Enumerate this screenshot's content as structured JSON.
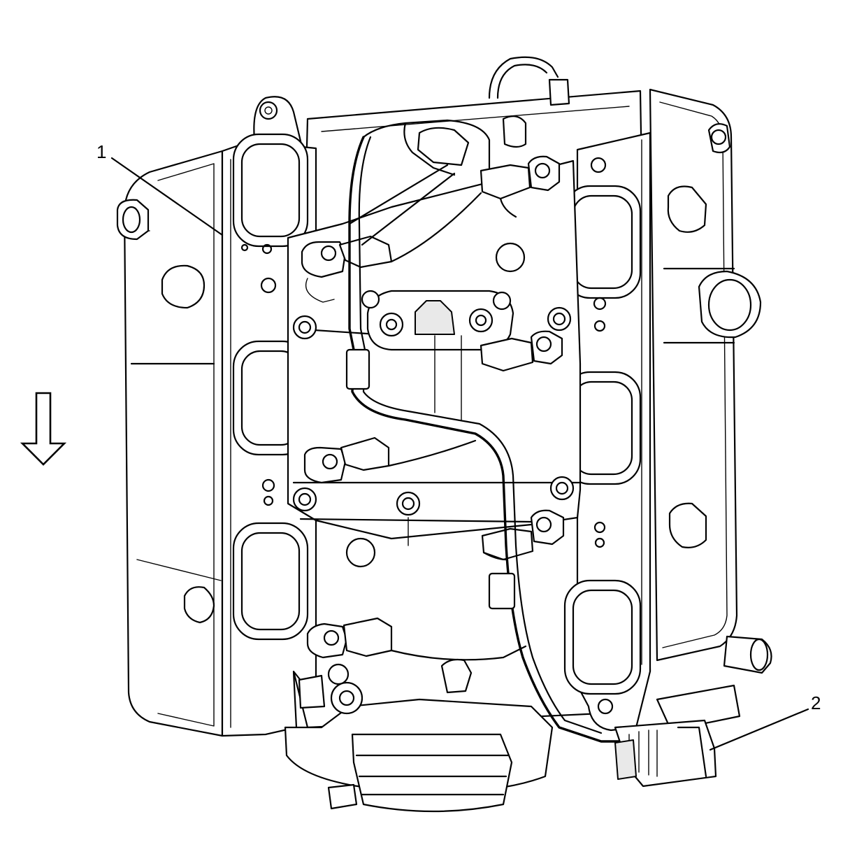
{
  "callouts": [
    {
      "id": "1",
      "label": "1",
      "part": "intake-manifold-gasket"
    },
    {
      "id": "2",
      "label": "2",
      "part": "harness-connector"
    }
  ],
  "direction_indicator": {
    "icon": "down-arrow-icon",
    "direction": "down"
  },
  "colors": {
    "line": "#000000",
    "background": "#ffffff",
    "shade": "#e9e9e9"
  }
}
